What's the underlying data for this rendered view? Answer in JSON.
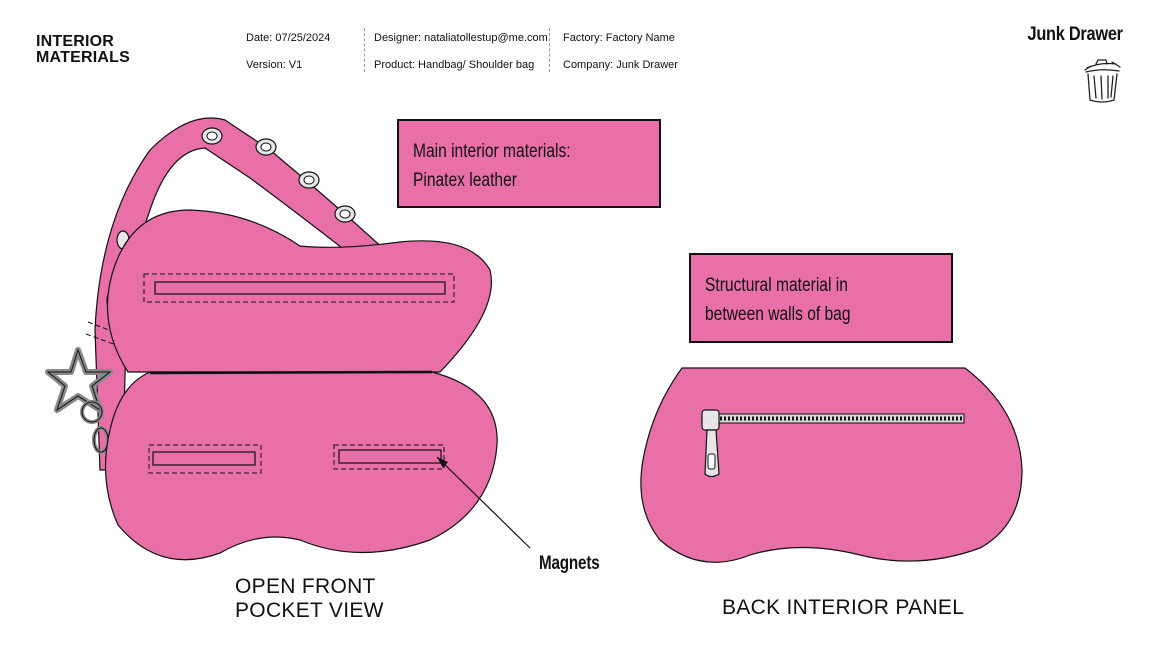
{
  "header": {
    "sheet_title_line1": "INTERIOR",
    "sheet_title_line2": "MATERIALS",
    "date": "Date: 07/25/2024",
    "version": "Version: V1",
    "designer": "Designer: nataliatollestup@me.com",
    "product": "Product: Handbag/ Shoulder bag",
    "factory": "Factory: Factory Name",
    "company": "Company: Junk Drawer",
    "brand_name": "Junk Drawer",
    "brand_logo_icon": "trash-can-sketch-icon"
  },
  "notes": {
    "main_materials_line1": "Main interior materials:",
    "main_materials_line2": "Pinatex leather",
    "structural_line1": "Structural material in",
    "structural_line2": "between walls of bag"
  },
  "labels": {
    "front_view_line1": "OPEN FRONT",
    "front_view_line2": "POCKET VIEW",
    "back_view": "BACK INTERIOR PANEL",
    "magnets_callout": "Magnets"
  },
  "colors": {
    "bag_pink": "#e96fa9",
    "outline": "#111111",
    "hardware_grey": "#c8c8c8"
  }
}
